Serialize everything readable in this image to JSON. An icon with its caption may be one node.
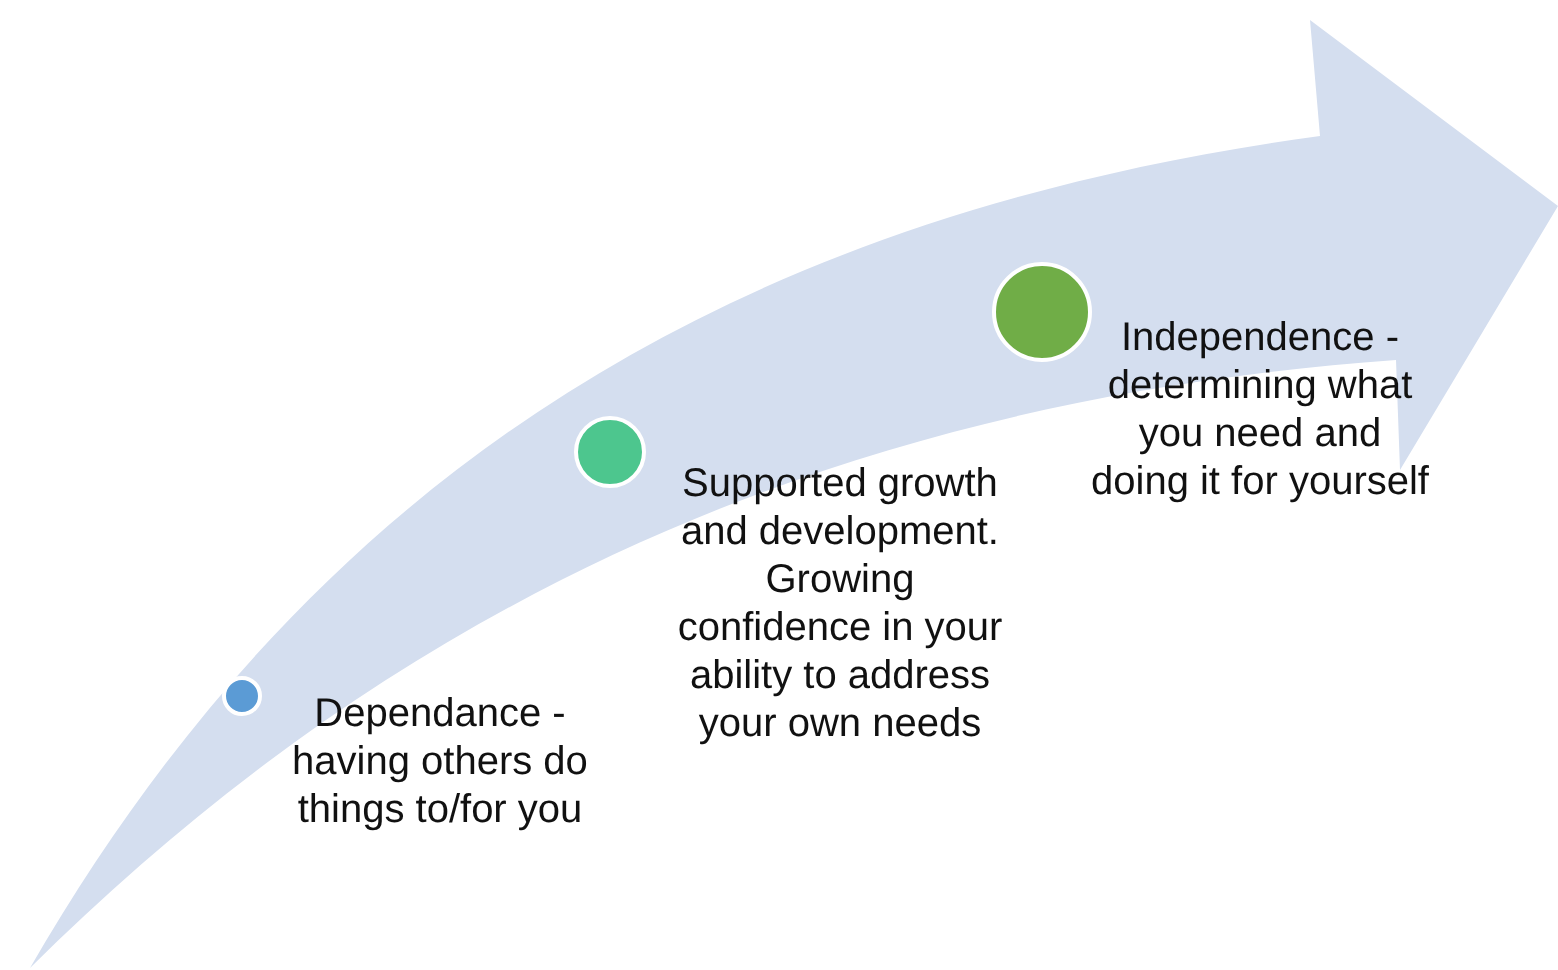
{
  "diagram": {
    "nodes": [
      {
        "text": [],
        "shape": "circle",
        "beside": [
          "Dependance - having others do things to/for you"
        ]
      },
      {
        "text": [],
        "shape": "circle",
        "beside": [
          "Supported growth and development. Growing confidence in your ability to address your own needs"
        ]
      },
      {
        "text": [],
        "shape": "circle",
        "beside": [
          "Independence - determining what you need and doing it for yourself"
        ]
      }
    ],
    "edges": []
  }
}
